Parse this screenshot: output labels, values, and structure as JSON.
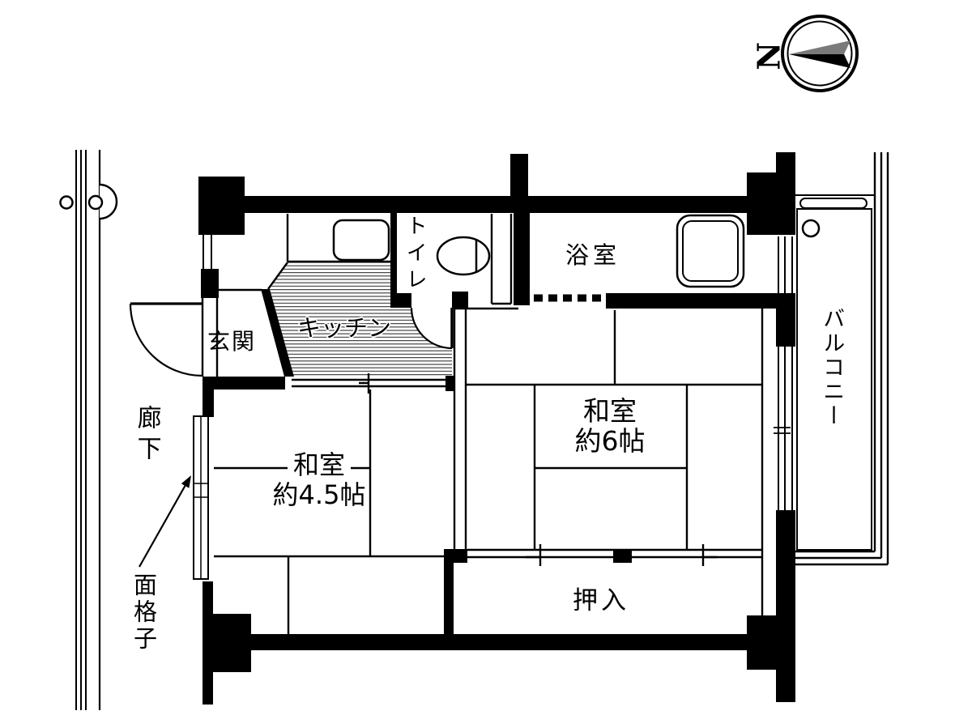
{
  "compass": {
    "north_label": "N"
  },
  "rooms": {
    "genkan": {
      "label": "玄関"
    },
    "kitchen": {
      "label": "キッチン"
    },
    "toilet": {
      "label": "トイレ"
    },
    "bath": {
      "label": "浴室"
    },
    "balcony": {
      "label": "バルコニー"
    },
    "washitsu_6": {
      "label_line1": "和室",
      "label_line2": "約6帖"
    },
    "washitsu_45": {
      "label_line1": "和室",
      "label_line2": "約4.5帖"
    },
    "oshiire": {
      "label": "押入"
    },
    "corridor": {
      "label": "廊下"
    },
    "window_grille": {
      "label": "面格子"
    }
  },
  "colors": {
    "wall": "#000000",
    "floor": "#ffffff",
    "line": "#000000",
    "compass_arrow_upper": "#7a7a7a",
    "compass_arrow_lower": "#000000"
  }
}
